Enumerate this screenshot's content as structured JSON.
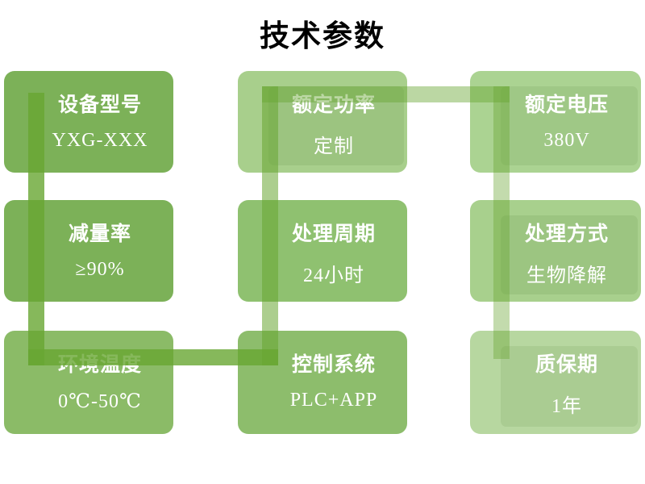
{
  "title": "技术参数",
  "panel_overlay": "rgba(60,110,30,0.10)",
  "connector": {
    "color_base": "#68A632",
    "segments": {
      "col1": "rgba(104,166,50,0.80)",
      "bottom": "rgba(104,166,50,0.80)",
      "col2": "rgba(104,166,50,0.55)",
      "top": "rgba(104,166,50,0.45)",
      "col3": "rgba(104,166,50,0.40)"
    }
  },
  "boxes": [
    {
      "label": "设备型号",
      "value": "YXG-XXX",
      "color": "#7CB158",
      "panel": false
    },
    {
      "label": "额定功率",
      "value": "定制",
      "color": "#A8CF8C",
      "panel": true
    },
    {
      "label": "额定电压",
      "value": "380V",
      "color": "#ABD392",
      "panel": true
    },
    {
      "label": "减量率",
      "value": "≥90%",
      "color": "#7CB158",
      "panel": false
    },
    {
      "label": "处理周期",
      "value": "24小时",
      "color": "#8FC170",
      "panel": false
    },
    {
      "label": "处理方式",
      "value": "生物降解",
      "color": "#A8D08D",
      "panel": true
    },
    {
      "label": "环境温度",
      "value": "0℃-50℃",
      "color": "#8BBB67",
      "panel": false
    },
    {
      "label": "控制系统",
      "value": "PLC+APP",
      "color": "#8DBD6C",
      "panel": false
    },
    {
      "label": "质保期",
      "value": "1年",
      "color": "#B7D7A0",
      "panel": true
    }
  ]
}
